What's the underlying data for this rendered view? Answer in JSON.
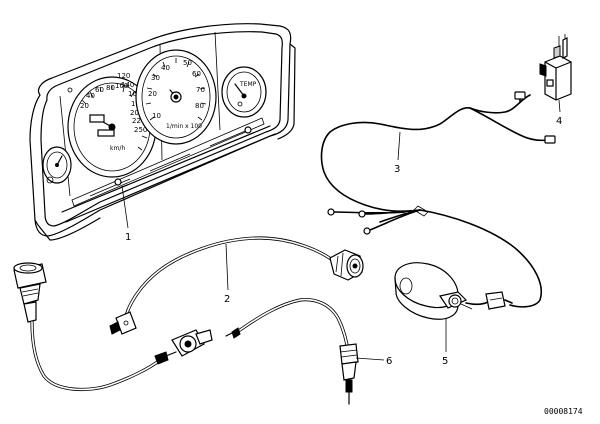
{
  "parts": [
    {
      "id": "1",
      "label": "1"
    },
    {
      "id": "2",
      "label": "2"
    },
    {
      "id": "3",
      "label": "3"
    },
    {
      "id": "4",
      "label": "4"
    },
    {
      "id": "5",
      "label": "5"
    },
    {
      "id": "6",
      "label": "6"
    }
  ],
  "speedometer": {
    "scale": [
      "20",
      "40",
      "60",
      "80",
      "100",
      "120",
      "140",
      "160",
      "180",
      "200",
      "220",
      "250"
    ],
    "unit": "km/h"
  },
  "tachometer": {
    "scale": [
      "10",
      "20",
      "30",
      "40",
      "50",
      "60",
      "70",
      "80"
    ],
    "unit": "1/min x 100"
  },
  "temp_gauge": {
    "label": "TEMP"
  },
  "reference_number": "00008174"
}
